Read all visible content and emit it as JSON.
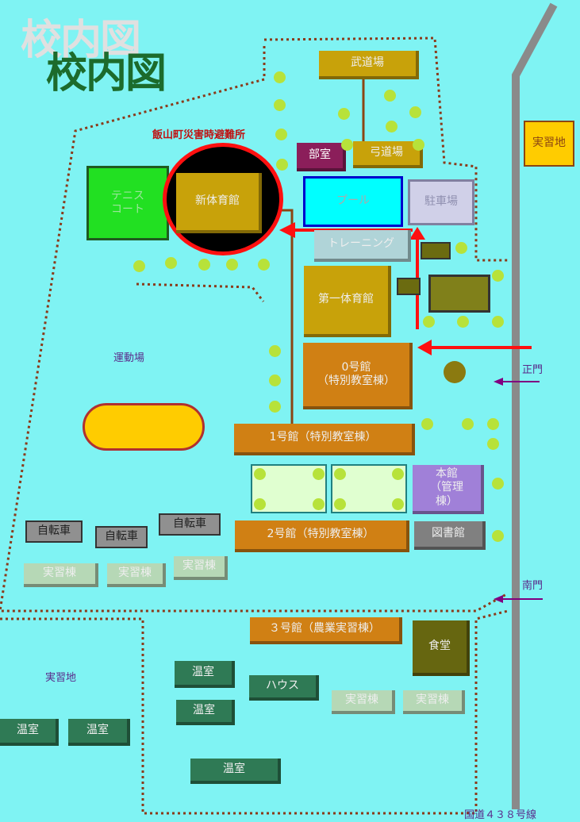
{
  "title_shadow": "校内図",
  "title": "校内図",
  "marker_label": "飯山町災害時避難所",
  "buildings": {
    "budojo": "武道場",
    "kyudojo": "弓道場",
    "bushitsu": "部室",
    "tennis": "テニス\nコート",
    "shin_taiikukan": "新体育館",
    "pool": "プール",
    "chushajo": "駐車場",
    "training": "トレーニング",
    "daiichi_taiikukan": "第一体育館",
    "gou0": "0号館\n（特別教室棟）",
    "gou1": "1号館（特別教室棟）",
    "honkan": "本館\n（管理\n棟）",
    "gou2": "2号館（特別教室棟）",
    "toshokan": "図書館",
    "gou3": "３号館（農業実習棟）",
    "shokudo": "食堂",
    "jisshuchi_east": "実習地",
    "jitensha": [
      "自転車",
      "自転車",
      "自転車"
    ],
    "jisshuto_top": [
      "実習棟",
      "実習棟",
      "実習棟"
    ],
    "onshitsu": [
      "温室",
      "温室",
      "温室",
      "温室",
      "温室"
    ],
    "house": "ハウス",
    "jisshuto_bottom": [
      "実習棟",
      "実習棟"
    ]
  },
  "labels": {
    "undojo": "運動場",
    "seimon": "正門",
    "minamimon": "南門",
    "jisshuchi": "実習地",
    "road": "国道４３８号線"
  },
  "colors": {
    "background": "#7ff3f3",
    "gold": "#c8a20a",
    "orange": "#d08014",
    "red": "#ff1010",
    "green_dark": "#2f7a55",
    "purple": "#800080"
  }
}
